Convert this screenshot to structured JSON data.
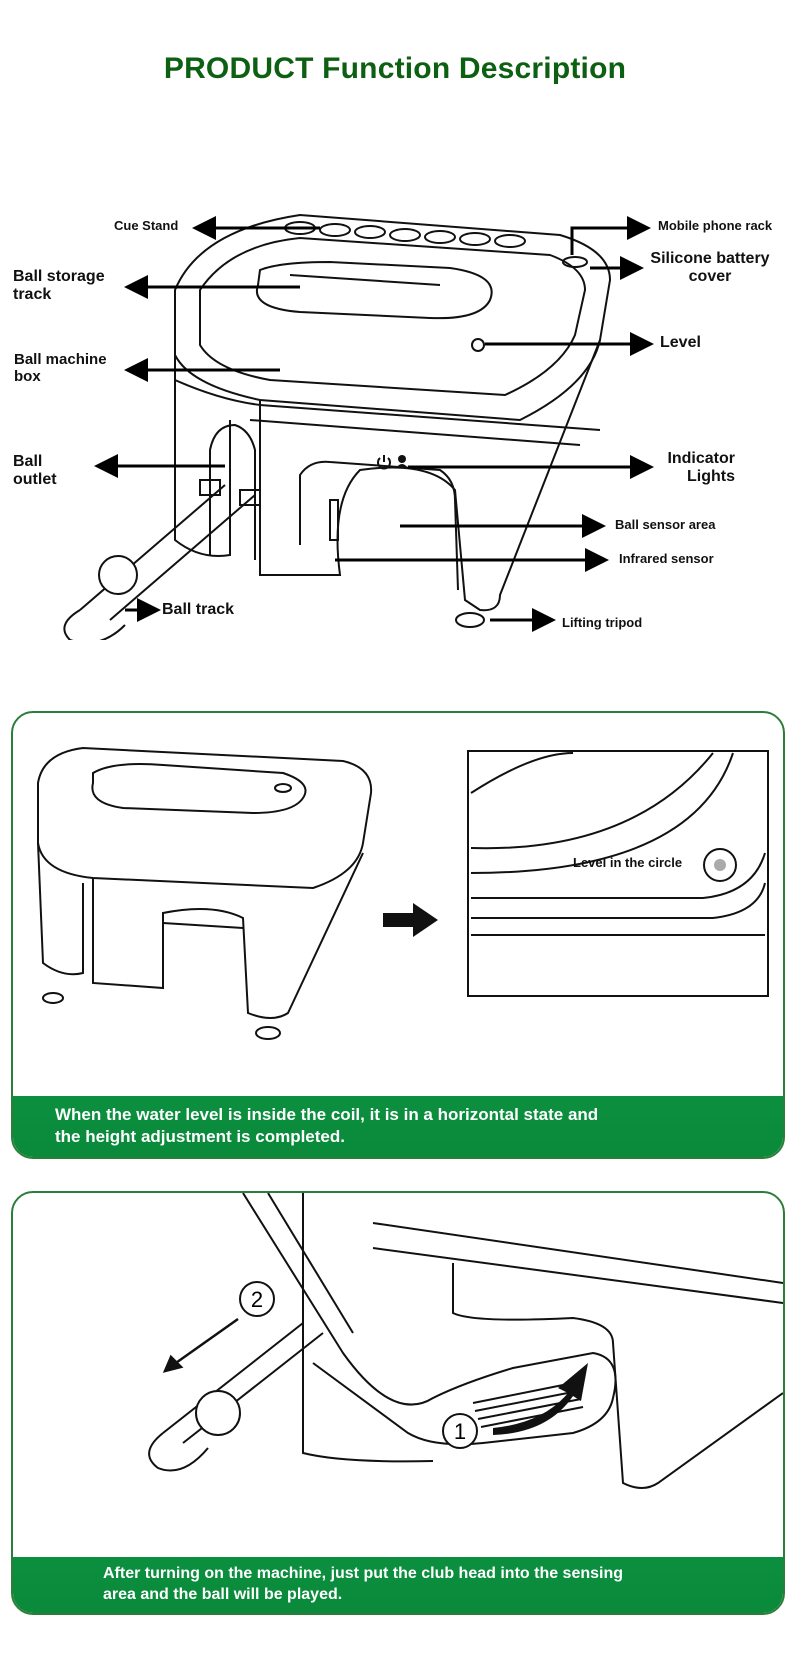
{
  "title": "PRODUCT Function Description",
  "diagram": {
    "labels_left": {
      "cue_stand": "Cue Stand",
      "ball_storage_track": "Ball storage\ntrack",
      "ball_machine_box": "Ball machine\nbox",
      "ball_outlet": "Ball\noutlet",
      "ball_track": "Ball track"
    },
    "labels_right": {
      "mobile_phone_rack": "Mobile phone rack",
      "silicone_battery_cover": "Silicone battery\ncover",
      "level": "Level",
      "indicator_lights": "Indicator\nLights",
      "ball_sensor_area": "Ball sensor area",
      "infrared_sensor": "Infrared sensor",
      "lifting_tripod": "Lifting tripod"
    },
    "icons": [
      "power-icon",
      "sensor-icon"
    ]
  },
  "panel_level": {
    "callout": "Level in the circle",
    "caption_line1": "When the water level is inside the coil, it is in a horizontal state and",
    "caption_line2": "the height adjustment is completed.",
    "accent_color": "#0a8f3e"
  },
  "panel_operation": {
    "step1": "1",
    "step2": "2",
    "caption_line1": "After turning on the machine, just put the club head into the sensing",
    "caption_line2": "area and the ball will be played.",
    "accent_color": "#0a8f3e"
  }
}
